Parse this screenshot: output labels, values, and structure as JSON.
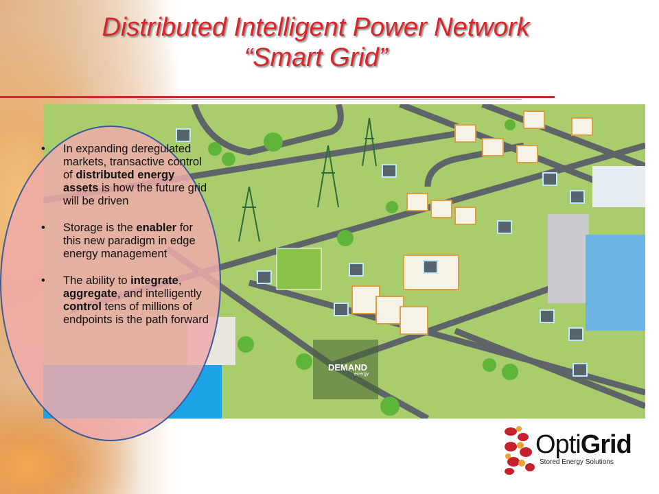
{
  "title": {
    "line1": "Distributed Intelligent Power Network",
    "line2": "“Smart Grid”"
  },
  "bullets": [
    {
      "parts": [
        {
          "t": "In expanding deregulated markets, transactive control of "
        },
        {
          "t": "distributed energy assets",
          "bold": true
        },
        {
          "t": " is how the future grid will be driven"
        }
      ]
    },
    {
      "parts": [
        {
          "t": "Storage is the "
        },
        {
          "t": "enabler",
          "bold": true
        },
        {
          "t": " for this new paradigm in edge energy management"
        }
      ]
    },
    {
      "parts": [
        {
          "t": "The ability to "
        },
        {
          "t": "integrate",
          "bold": true
        },
        {
          "t": ", "
        },
        {
          "t": "aggregate",
          "bold": true
        },
        {
          "t": ", and intelligently "
        },
        {
          "t": "control",
          "bold": true
        },
        {
          "t": " tens of millions of endpoints is the path forward"
        }
      ]
    }
  ],
  "demand_badge": {
    "name": "DEMAND",
    "sub": "energy"
  },
  "logo": {
    "opti": "Opti",
    "grid": "Grid",
    "tagline": "Stored Energy Solutions"
  },
  "colors": {
    "title": "#d8262a",
    "ellipse": "#eeaaaa",
    "map_green": "#a9cc6c"
  }
}
